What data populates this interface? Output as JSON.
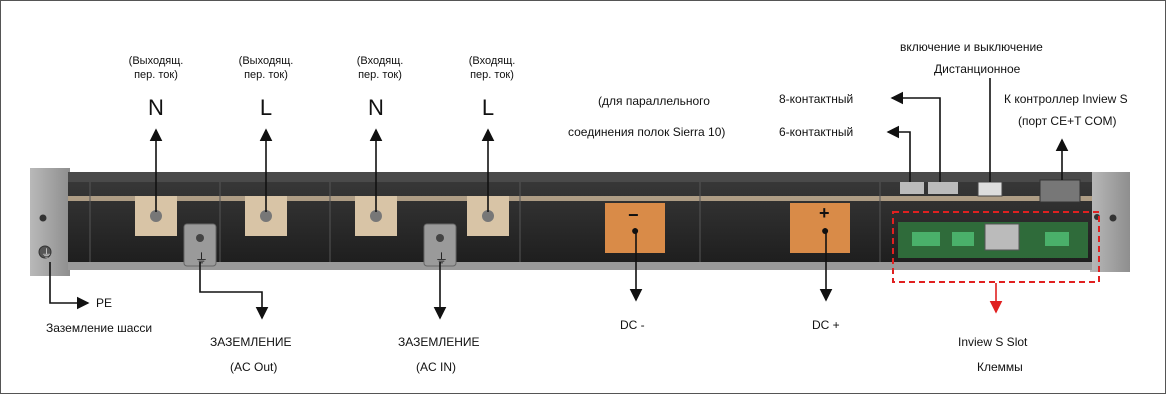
{
  "terminals": {
    "ac_out_n": {
      "caption": "(Выходящ.\nпер. ток)",
      "letter": "N"
    },
    "ac_out_l": {
      "caption": "(Выходящ.\nпер. ток)",
      "letter": "L"
    },
    "ac_in_n": {
      "caption": "(Входящ.\nпер. ток)",
      "letter": "N"
    },
    "ac_in_l": {
      "caption": "(Входящ.\nпер. ток)",
      "letter": "L"
    }
  },
  "parallel_note": {
    "line1": "(для параллельного",
    "line2": "соединения полок Sierra 10)"
  },
  "pin8": "8-контактный",
  "pin6": "6-контактный",
  "remote": {
    "line1": "включение и выключение",
    "line2": "Дистанционное"
  },
  "inview_controller": {
    "line1": "К контроллер Inview S",
    "line2": "(порт CE+T COM)"
  },
  "pe": "PE",
  "chassis_ground": "Заземление шасси",
  "ground_ac_out": {
    "line1": "ЗАЗЕМЛЕНИЕ",
    "line2": "(AC Out)"
  },
  "ground_ac_in": {
    "line1": "ЗАЗЕМЛЕНИЕ",
    "line2": "(AC IN)"
  },
  "dc_minus": "DC -",
  "dc_plus": "DC +",
  "dc_minus_symbol": "−",
  "dc_plus_symbol": "+",
  "inview_slot": {
    "line1": "Inview S Slot",
    "line2": "Клеммы"
  },
  "colors": {
    "arrow": "#111111",
    "red_dashed": "#e02020",
    "terminal_orange": "#d98b48",
    "panel_dark": "#2a2a2a",
    "panel_tan": "#cdb89a"
  }
}
